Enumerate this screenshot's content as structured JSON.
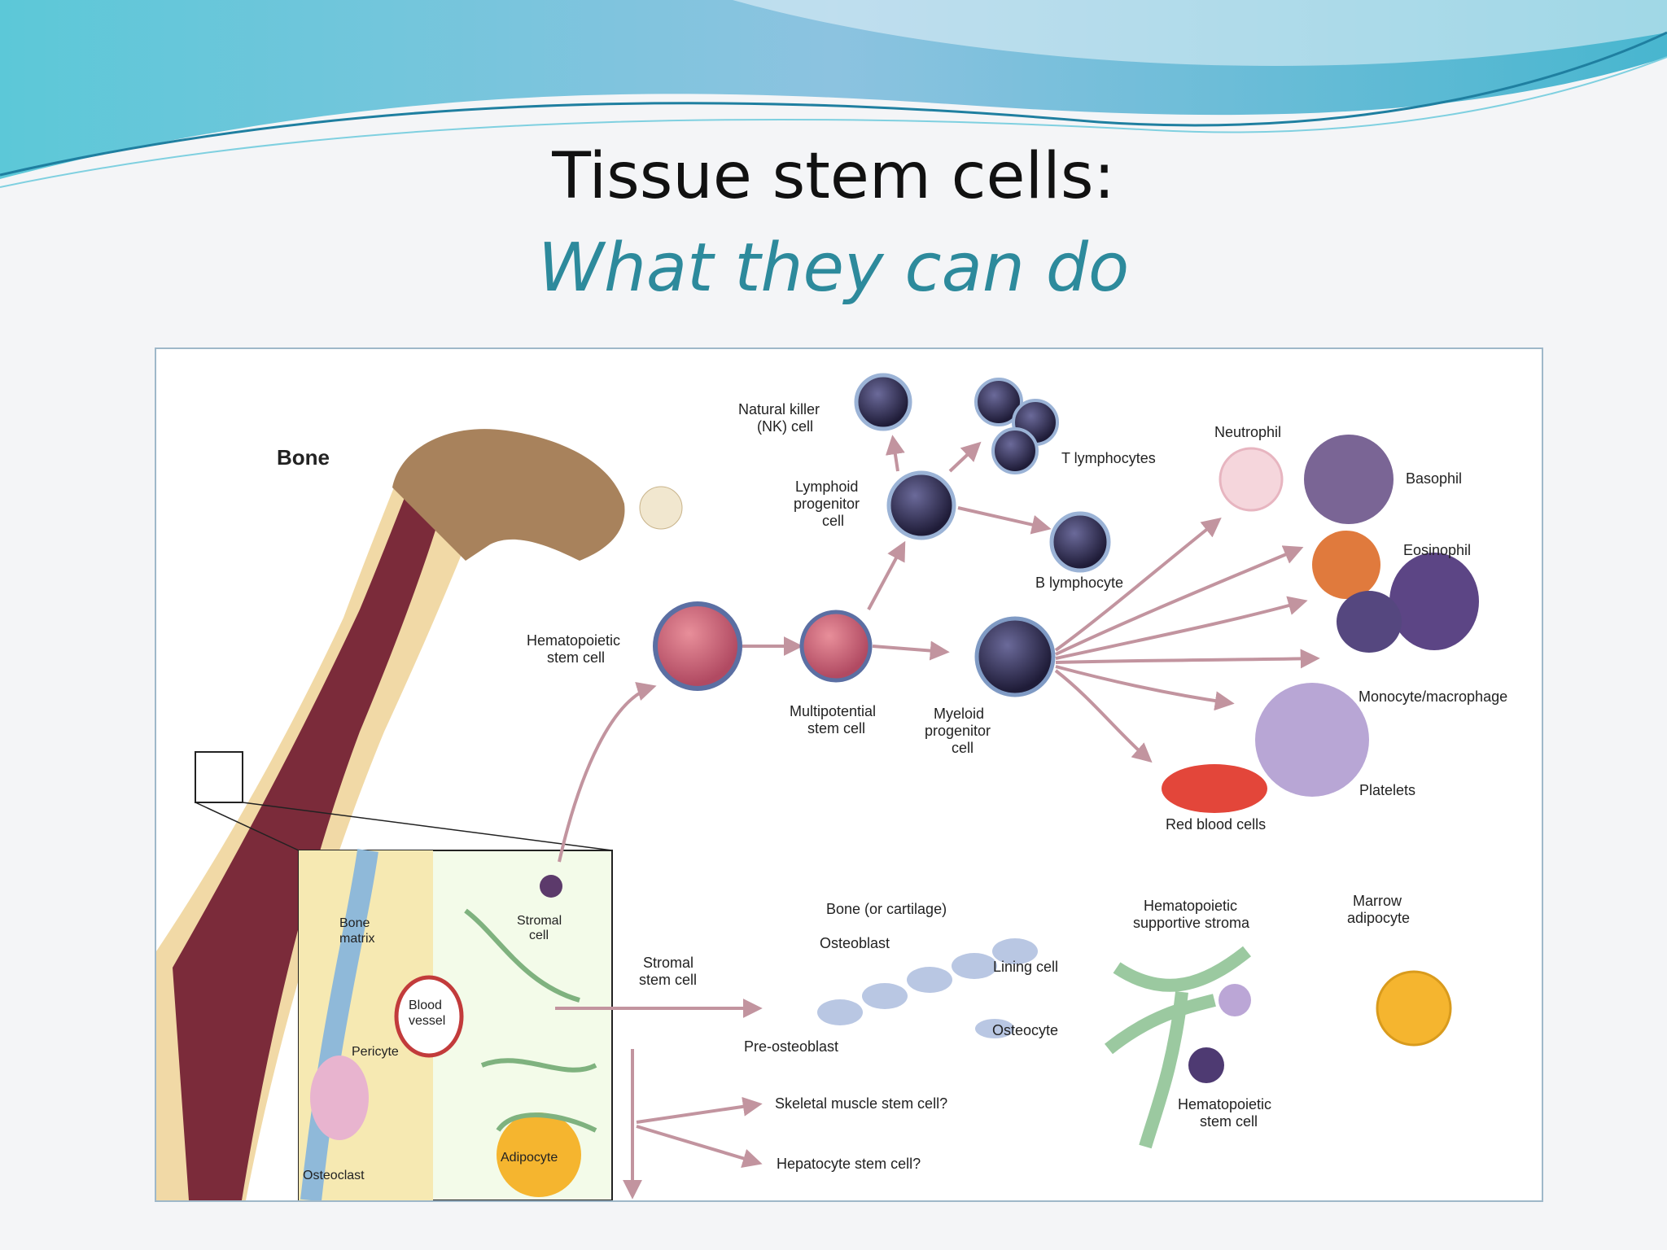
{
  "slide": {
    "title": "Tissue stem cells:",
    "subtitle": "What they can do",
    "colors": {
      "title": "#111111",
      "subtitle": "#2d8a9c",
      "arrow": "#c2949f",
      "blood_cell": "#2e2748",
      "bone": "#7b2b3a"
    }
  },
  "figure": {
    "labels": {
      "bone": "Bone",
      "hsc_1": "Hematopoietic",
      "hsc_2": "stem cell",
      "multipotent_1": "Multipotential",
      "multipotent_2": "stem cell",
      "myeloid_1": "Myeloid",
      "myeloid_2": "progenitor",
      "myeloid_3": "cell",
      "lymphoid_1": "Lymphoid",
      "lymphoid_2": "progenitor",
      "lymphoid_3": "cell",
      "nk_1": "Natural killer",
      "nk_2": "(NK) cell",
      "t_lymph": "T lymphocytes",
      "b_lymph": "B lymphocyte",
      "neutrophil": "Neutrophil",
      "basophil": "Basophil",
      "eosinophil": "Eosinophil",
      "monocyte": "Monocyte/macrophage",
      "platelets": "Platelets",
      "rbc": "Red blood cells",
      "stromal_1": "Stromal",
      "stromal_2": "stem cell",
      "bone_cart": "Bone (or cartilage)",
      "osteoblast": "Osteoblast",
      "lining": "Lining cell",
      "osteocyte": "Osteocyte",
      "preosteo": "Pre-osteoblast",
      "hss_1": "Hematopoietic",
      "hss_2": "supportive stroma",
      "marrow_1": "Marrow",
      "marrow_2": "adipocyte",
      "hsc_small_1": "Hematopoietic",
      "hsc_small_2": "stem cell",
      "skeletal": "Skeletal muscle stem cell?",
      "hepatocyte": "Hepatocyte stem cell?",
      "inset_bone_1": "Bone",
      "inset_bone_2": "matrix",
      "inset_stromal_1": "Stromal",
      "inset_stromal_2": "cell",
      "inset_blood_1": "Blood",
      "inset_blood_2": "vessel",
      "pericyte": "Pericyte",
      "osteoclast": "Osteoclast",
      "adipocyte": "Adipocyte"
    }
  }
}
